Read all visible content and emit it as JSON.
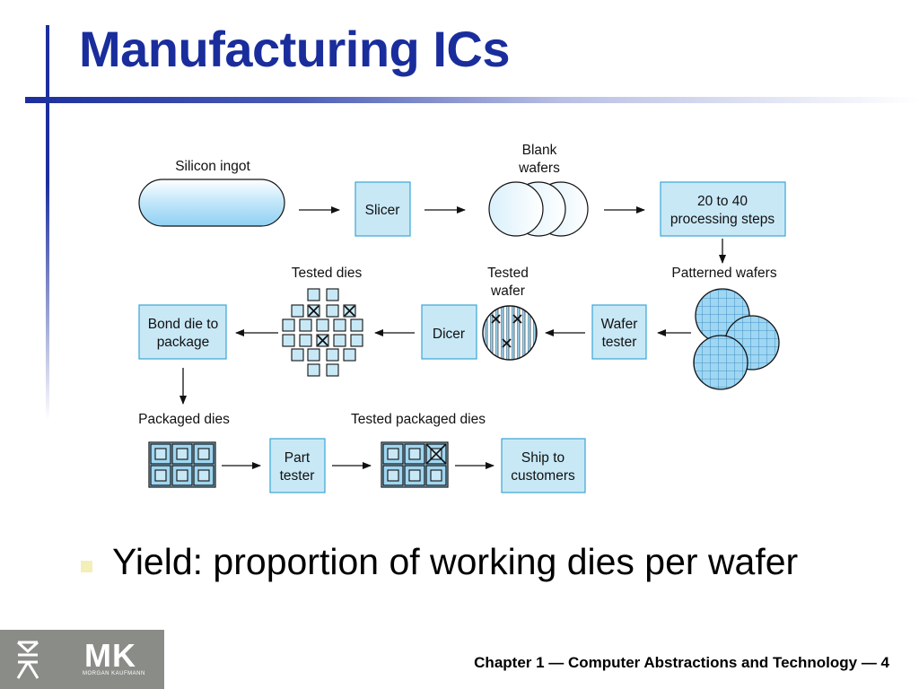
{
  "slide": {
    "title": "Manufacturing ICs",
    "bullet": "Yield: proportion of working dies per wafer",
    "footer": "Chapter 1 — Computer Abstractions and Technology — 4",
    "logo": {
      "mark": "MK",
      "publisher": "MORGAN KAUFMANN"
    }
  },
  "diagram": {
    "labels": {
      "silicon_ingot": "Silicon ingot",
      "slicer": "Slicer",
      "blank_wafers_1": "Blank",
      "blank_wafers_2": "wafers",
      "processing_1": "20 to 40",
      "processing_2": "processing steps",
      "patterned_wafers": "Patterned wafers",
      "wafer_tester_1": "Wafer",
      "wafer_tester_2": "tester",
      "tested_wafer_1": "Tested",
      "tested_wafer_2": "wafer",
      "dicer": "Dicer",
      "tested_dies": "Tested dies",
      "bond_1": "Bond die to",
      "bond_2": "package",
      "packaged_dies": "Packaged dies",
      "part_tester_1": "Part",
      "part_tester_2": "tester",
      "tested_packaged_dies": "Tested packaged dies",
      "ship_1": "Ship to",
      "ship_2": "customers"
    },
    "colors": {
      "box_fill": "#c8e8f6",
      "box_stroke": "#3aa5d6",
      "grid_fill": "#9fd6f2",
      "dark": "#111111",
      "title": "#1a2d9c"
    }
  }
}
